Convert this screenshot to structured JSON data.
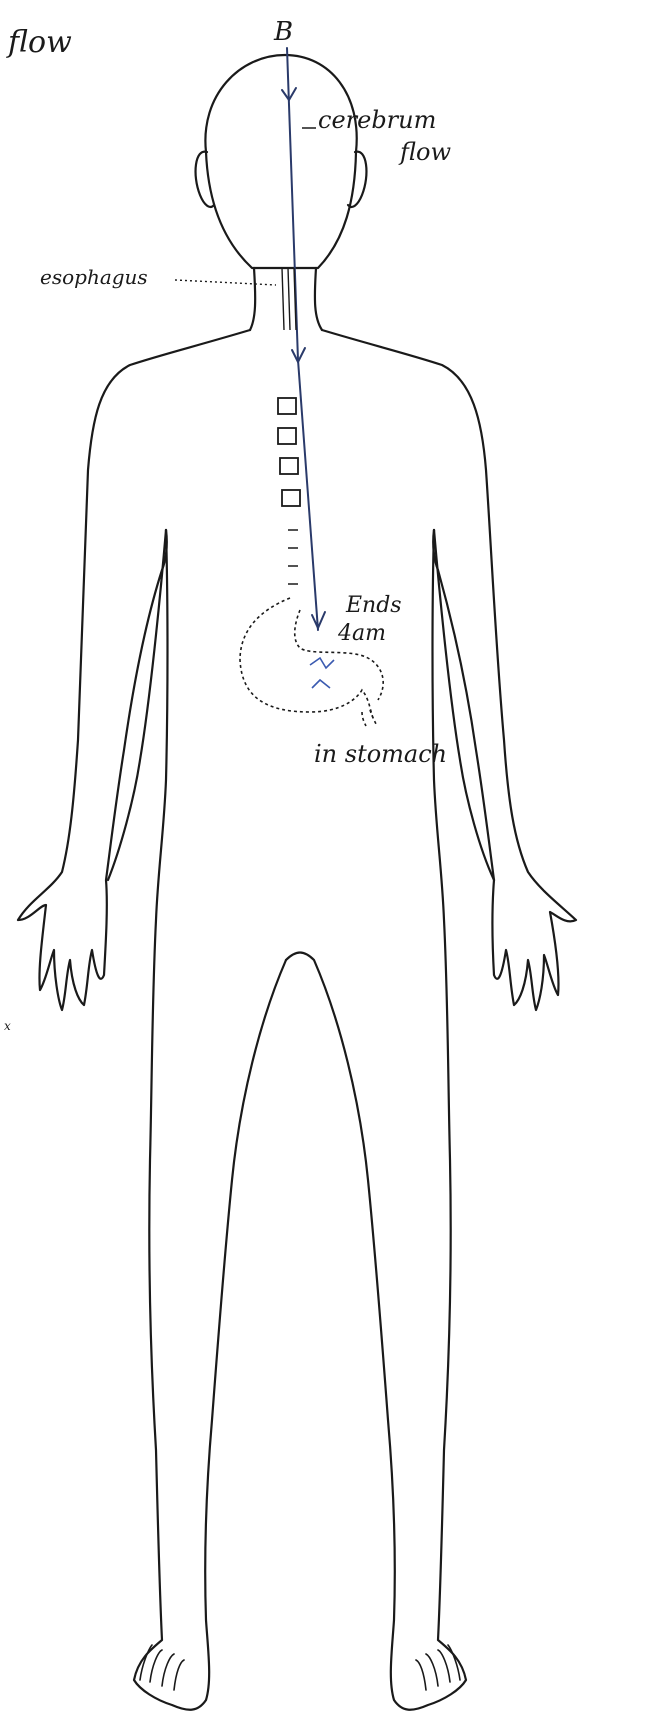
{
  "labels": {
    "corner": "flow",
    "top_letter": "B",
    "cerebrum_1": "cerebrum",
    "cerebrum_2": "flow",
    "esophagus": "esophagus",
    "ends_1": "Ends",
    "ends_2": "4am",
    "stomach": "in stomach",
    "stray_mark": "x"
  },
  "colors": {
    "ink": "#1a1a1a",
    "flow_line": "#2a3a6a",
    "stomach_ink": "#3a5ab0"
  }
}
